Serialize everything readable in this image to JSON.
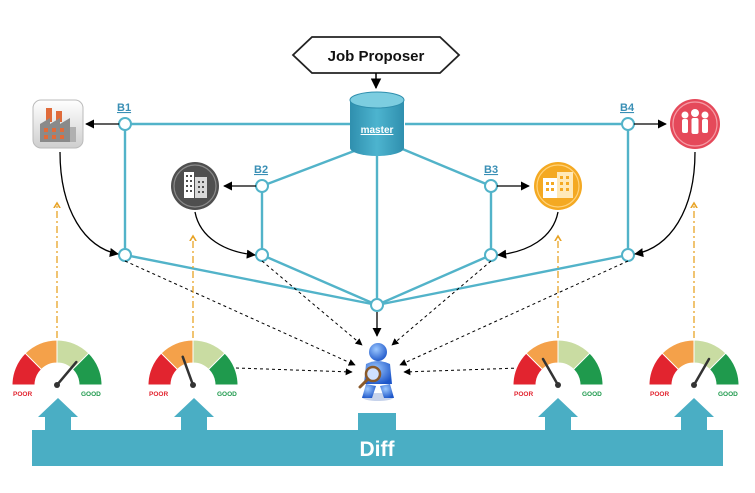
{
  "proposer": {
    "label": "Job Proposer"
  },
  "repository": {
    "label": "master"
  },
  "branches": [
    {
      "label": "B1"
    },
    {
      "label": "B2"
    },
    {
      "label": "B3"
    },
    {
      "label": "B4"
    }
  ],
  "gauges": [
    {
      "poor": "POOR",
      "good": "GOOD"
    },
    {
      "poor": "POOR",
      "good": "GOOD"
    },
    {
      "poor": "POOR",
      "good": "GOOD"
    },
    {
      "poor": "POOR",
      "good": "GOOD"
    }
  ],
  "diff_bar": {
    "label": "Diff"
  },
  "icons": [
    "factory-icon",
    "office-building-icon",
    "warehouse-icon",
    "people-icon",
    "inspector-icon",
    "database-icon"
  ],
  "colors": {
    "network": "#52b3c9",
    "diff_bar": "#4aaec4",
    "feedback_arrow": "#e8a325",
    "gauge_red": "#e2242f",
    "gauge_orange": "#f4a14a",
    "gauge_lightgreen": "#c9dca2",
    "gauge_green": "#1f9a4d"
  }
}
